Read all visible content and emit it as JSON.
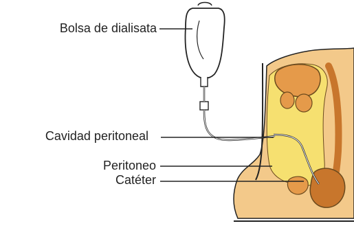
{
  "labels": {
    "bag": "Bolsa de dialisata",
    "cavity": "Cavidad peritoneal",
    "peritoneum": "Peritoneo",
    "catheter": "Catéter"
  },
  "colors": {
    "skin": "#f3c98a",
    "organ": "#e59a4a",
    "organ_dark": "#c8762c",
    "yellow": "#f6e070",
    "line": "#222222",
    "bag_fill": "#ffffff"
  }
}
